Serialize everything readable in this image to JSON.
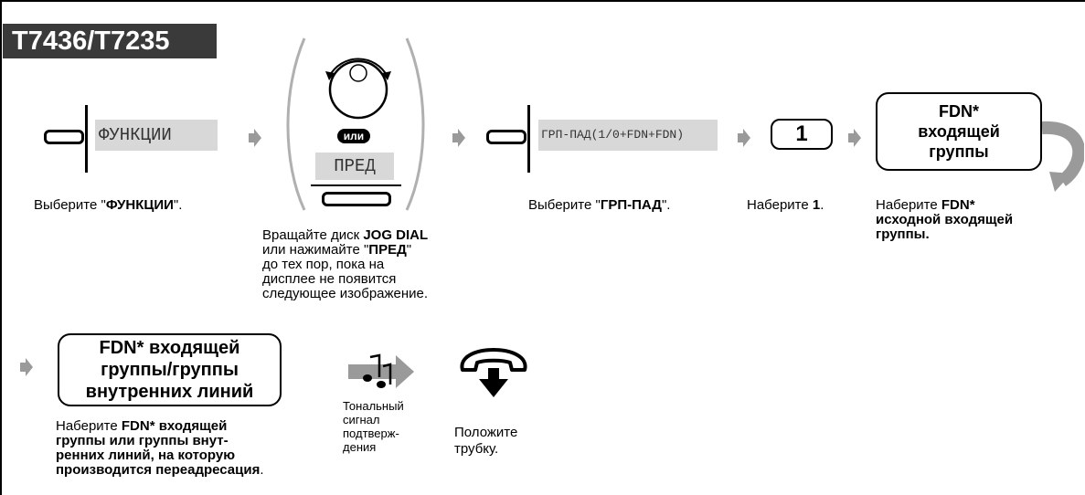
{
  "model_title": "T7436/T7235",
  "step1": {
    "display_text": "ФУНКЦИИ",
    "caption_pre": "Выберите \"",
    "caption_bold": "ФУНКЦИИ",
    "caption_post": "\"."
  },
  "step2": {
    "or_label": "или",
    "display_text": "ПРЕД",
    "caption_lines": [
      {
        "pre": "Вращайте диск ",
        "bold": "JOG DIAL",
        "post": ""
      },
      {
        "pre": " или нажимайте \"",
        "bold": "ПРЕД",
        "post": "\""
      },
      {
        "pre": "до тех пор, пока на",
        "bold": "",
        "post": ""
      },
      {
        "pre": "дисплее не появится",
        "bold": "",
        "post": ""
      },
      {
        "pre": "следующее изображение.",
        "bold": "",
        "post": ""
      }
    ]
  },
  "step3": {
    "display_text": "ГРП-ПАД(1/0+FDN+FDN)",
    "caption_pre": "Выберите \"",
    "caption_bold": "ГРП-ПАД",
    "caption_post": "\"."
  },
  "step4": {
    "key_label": "1",
    "caption_pre": "Наберите ",
    "caption_bold": "1",
    "caption_post": "."
  },
  "step5": {
    "box_lines": [
      "FDN*",
      "входящей",
      "группы"
    ],
    "caption_lines": [
      {
        "pre": "Наберите ",
        "bold": "FDN*"
      },
      {
        "pre": "",
        "bold": "исходной входящей"
      },
      {
        "pre": "",
        "bold": "группы."
      }
    ]
  },
  "step6": {
    "box_lines": [
      "FDN* входящей",
      "группы/группы",
      "внутренних линий"
    ],
    "caption_lines": [
      {
        "pre": "Наберите ",
        "bold": "FDN* входящей",
        "post": ""
      },
      {
        "pre": "",
        "bold": "группы или группы внут-",
        "post": ""
      },
      {
        "pre": "",
        "bold": "ренних линий, на которую",
        "post": ""
      },
      {
        "pre": "",
        "bold": "производится переадресация",
        "post": "."
      }
    ]
  },
  "step7": {
    "caption_lines": [
      "Тональный",
      "сигнал",
      "подтверж-",
      "дения"
    ]
  },
  "step8": {
    "caption_lines": [
      "Положите",
      "трубку."
    ]
  }
}
